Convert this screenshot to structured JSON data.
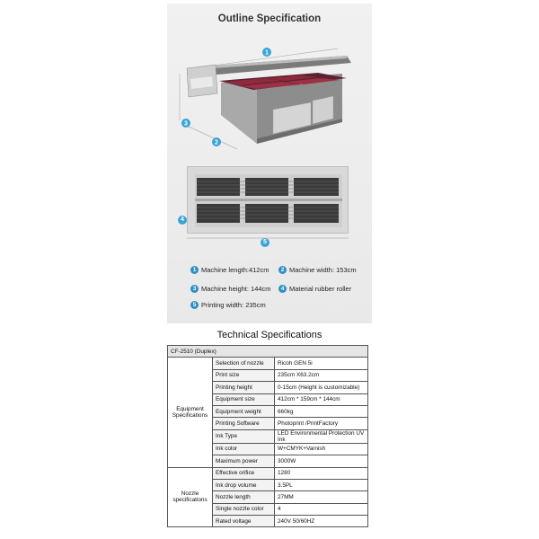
{
  "outline": {
    "title": "Outline Specification",
    "markers": [
      "1",
      "2",
      "3",
      "4",
      "5"
    ],
    "specs": [
      {
        "num": "1",
        "text": "Machine length:412cm"
      },
      {
        "num": "2",
        "text": "Machine width: 153cm"
      },
      {
        "num": "3",
        "text": "Machine height: 144cm"
      },
      {
        "num": "4",
        "text": "Material rubber roller"
      },
      {
        "num": "5",
        "text": "Printing width: 235cm"
      }
    ]
  },
  "technical": {
    "title": "Technical Specifications",
    "model": "CF-2510 (Duplex)",
    "groups": [
      {
        "name": "Equipment\nSpecifications",
        "rows": [
          {
            "label": "Selection of nozzle",
            "value": "Ricoh GEN 5i"
          },
          {
            "label": "Print size",
            "value": "235cm X63.2cm"
          },
          {
            "label": "Printing height",
            "value": "0-15cm (Height is customizable)"
          },
          {
            "label": "Equipment size",
            "value": "412cm * 159cm * 144cm"
          },
          {
            "label": "Equipment weight",
            "value": "660kg"
          },
          {
            "label": "Printing Software",
            "value": "Photoprint /PrintFactory"
          },
          {
            "label": "Ink Type",
            "value": "LED Environmental Protection UV Ink"
          },
          {
            "label": "Ink color",
            "value": "W+CMYK+Varnish"
          },
          {
            "label": "Maximum power",
            "value": "3000W"
          }
        ]
      },
      {
        "name": "Nozzle\nspecifications",
        "rows": [
          {
            "label": "Effective orifice",
            "value": "1280"
          },
          {
            "label": "Ink drop volume",
            "value": "3.5PL"
          },
          {
            "label": "Nozzle length",
            "value": "27MM"
          },
          {
            "label": "Single nozzle color",
            "value": "4"
          },
          {
            "label": "Rated voltage",
            "value": "240V 50/60HZ"
          }
        ]
      }
    ]
  },
  "colors": {
    "accent": "#3aa4d6",
    "panel_bg": "#eeeeee",
    "vacuum_red": "#8e2a3c"
  }
}
